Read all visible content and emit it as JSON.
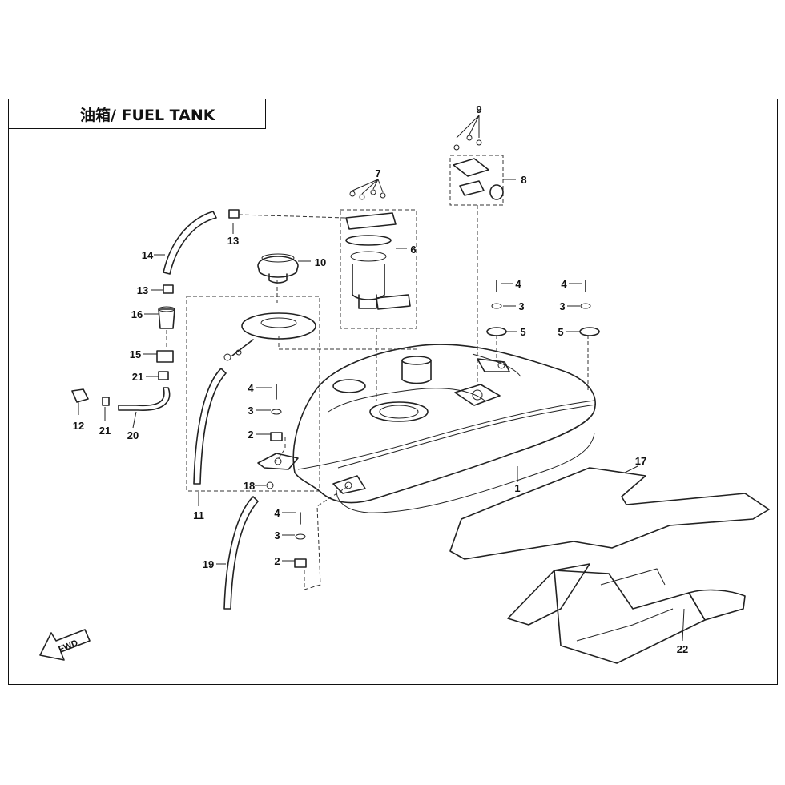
{
  "diagram": {
    "title": "油箱/ FUEL TANK",
    "fwd_label": "FWD",
    "callouts": [
      {
        "id": "c9",
        "text": "9"
      },
      {
        "id": "c8",
        "text": "8"
      },
      {
        "id": "c7",
        "text": "7"
      },
      {
        "id": "c6",
        "text": "6"
      },
      {
        "id": "c10",
        "text": "10"
      },
      {
        "id": "c13a",
        "text": "13"
      },
      {
        "id": "c14",
        "text": "14"
      },
      {
        "id": "c13b",
        "text": "13"
      },
      {
        "id": "c16",
        "text": "16"
      },
      {
        "id": "c15",
        "text": "15"
      },
      {
        "id": "c21a",
        "text": "21"
      },
      {
        "id": "c12",
        "text": "12"
      },
      {
        "id": "c21b",
        "text": "21"
      },
      {
        "id": "c20",
        "text": "20"
      },
      {
        "id": "c4a",
        "text": "4"
      },
      {
        "id": "c3a",
        "text": "3"
      },
      {
        "id": "c2a",
        "text": "2"
      },
      {
        "id": "c11",
        "text": "11"
      },
      {
        "id": "c18",
        "text": "18"
      },
      {
        "id": "c4b",
        "text": "4"
      },
      {
        "id": "c3b",
        "text": "3"
      },
      {
        "id": "c2b",
        "text": "2"
      },
      {
        "id": "c19",
        "text": "19"
      },
      {
        "id": "c4c",
        "text": "4"
      },
      {
        "id": "c3c",
        "text": "3"
      },
      {
        "id": "c5a",
        "text": "5"
      },
      {
        "id": "c4d",
        "text": "4"
      },
      {
        "id": "c3d",
        "text": "3"
      },
      {
        "id": "c5b",
        "text": "5"
      },
      {
        "id": "c1",
        "text": "1"
      },
      {
        "id": "c17",
        "text": "17"
      },
      {
        "id": "c22",
        "text": "22"
      }
    ]
  }
}
